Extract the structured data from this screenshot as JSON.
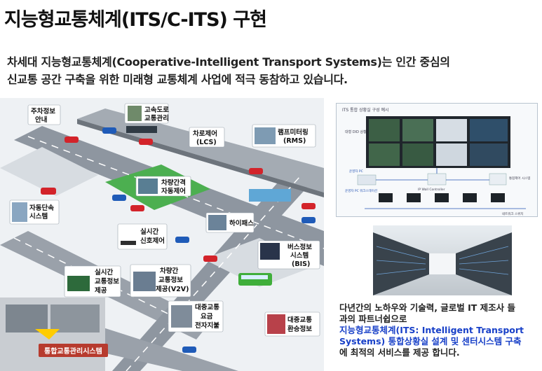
{
  "page": {
    "title": "지능형교통체계(ITS/C-ITS) 구현",
    "intro_line1": "차세대 지능형교통체계(Cooperative-Intelligent Transport Systems)는 인간 중심의",
    "intro_line2": "신교통 공간 구축을 위한 미래형 교통체계 사업에 적극 동참하고 있습니다."
  },
  "diagram": {
    "labels": {
      "parking": [
        "주차정보",
        "안내"
      ],
      "highway": [
        "고속도로",
        "교통관리"
      ],
      "lane_control": [
        "차로제어",
        "(LCS)"
      ],
      "ramp_metering": [
        "램프미터링",
        "(RMS)"
      ],
      "vehicle_gap": [
        "차량간격",
        "자동제어"
      ],
      "enforcement": [
        "자동단속",
        "시스템"
      ],
      "hipass": [
        "하이패스"
      ],
      "signal": [
        "실시간",
        "신호제어"
      ],
      "bis": [
        "버스정보",
        "시스템",
        "(BIS)"
      ],
      "traffic_info": [
        "실시간",
        "교통정보",
        "제공"
      ],
      "v2v": [
        "차량간",
        "교통정보",
        "제공(V2V)"
      ],
      "fare": [
        "대중교통",
        "요금",
        "전자지불"
      ],
      "transfer": [
        "대중교통",
        "환승정보"
      ]
    },
    "control_room": "통합교통관리시스템"
  },
  "control_diagram": {
    "title": "ITS 통합 상황실 구성 예시",
    "label_left_top": "대형 DID 상황판",
    "label_mid_left": "운영자 PC",
    "label_mid": "IP Wall Controller",
    "label_right_mid": "통합제어 시스템",
    "label_bottom_left": "운영자 PC 워크스테이션",
    "label_bottom_right": "네트워크 스위치"
  },
  "description": {
    "line1": "다년간의 노하우와 기술력, 글로벌 IT 제조사 들",
    "line2": "과의 파트너쉽으로",
    "highlight1": "지능형교통체계(ITS: Intelligent Transport",
    "highlight2": "Systems) 통합상황실 설계 및 센터시스템 구축",
    "line3": "에  최적의 서비스를 제공 합니다."
  },
  "colors": {
    "highlight_text": "#1840c8",
    "road": "#8e96a0",
    "grass": "#4caf50",
    "car_red": "#d3232a",
    "car_blue": "#1f5bb8",
    "bus_green": "#3fae3a",
    "control_room_label_bg": "#b73b2e"
  }
}
